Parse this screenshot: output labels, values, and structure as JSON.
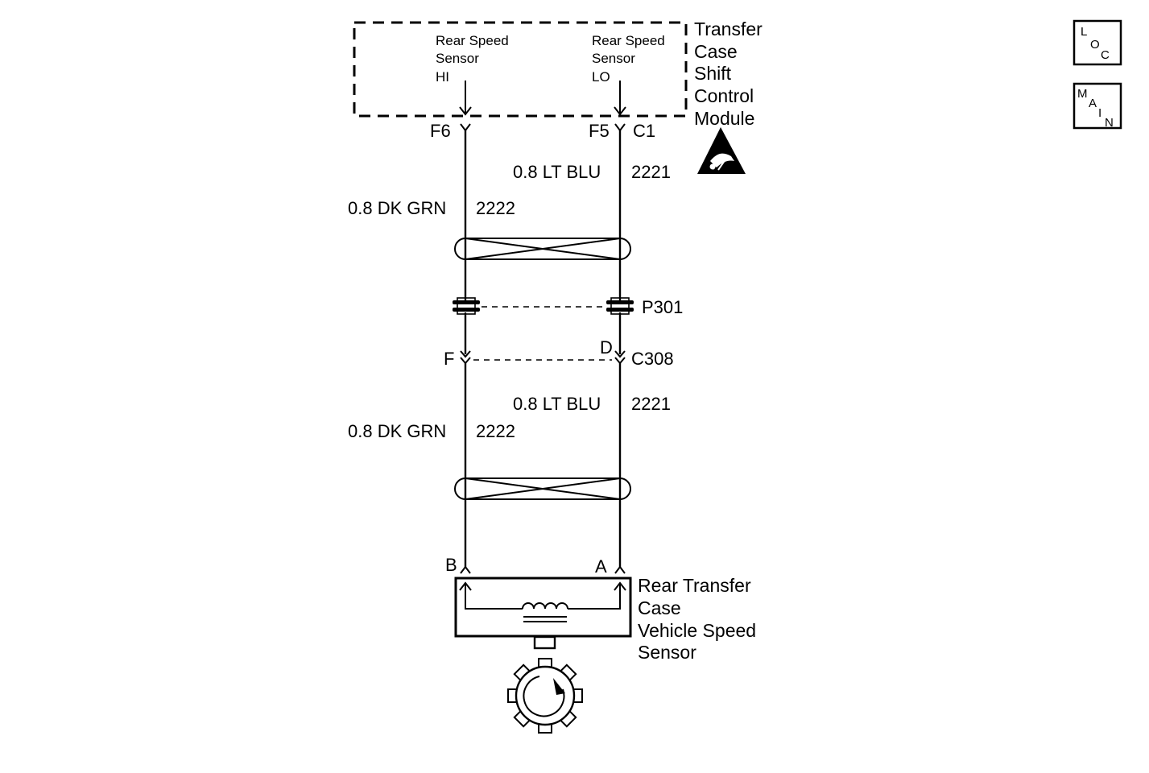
{
  "module": {
    "name_lines": [
      "Transfer",
      "Case",
      "Shift",
      "Control",
      "Module"
    ],
    "input_hi_lines": [
      "Rear Speed",
      "Sensor",
      "HI"
    ],
    "input_lo_lines": [
      "Rear Speed",
      "Sensor",
      "LO"
    ],
    "pin_hi": "F6",
    "pin_lo": "F5",
    "connector": "C1"
  },
  "wires_upper": {
    "lo_label": "0.8 LT BLU",
    "lo_circuit": "2221",
    "hi_label": "0.8 DK GRN",
    "hi_circuit": "2222"
  },
  "passthrough": {
    "label": "P301"
  },
  "inline_connector": {
    "pin_hi": "F",
    "pin_lo": "D",
    "name": "C308"
  },
  "wires_lower": {
    "lo_label": "0.8 LT BLU",
    "lo_circuit": "2221",
    "hi_label": "0.8 DK GRN",
    "hi_circuit": "2222"
  },
  "sensor": {
    "pin_hi": "B",
    "pin_lo": "A",
    "name_lines": [
      "Rear Transfer",
      "Case",
      "Vehicle Speed",
      "Sensor"
    ]
  },
  "nav": {
    "loc": [
      "L",
      "O",
      "C"
    ],
    "main": [
      "M",
      "A",
      "I",
      "N"
    ]
  },
  "icons": {
    "esd": "esd-warning-icon",
    "reluctor": "reluctor-wheel-icon"
  }
}
